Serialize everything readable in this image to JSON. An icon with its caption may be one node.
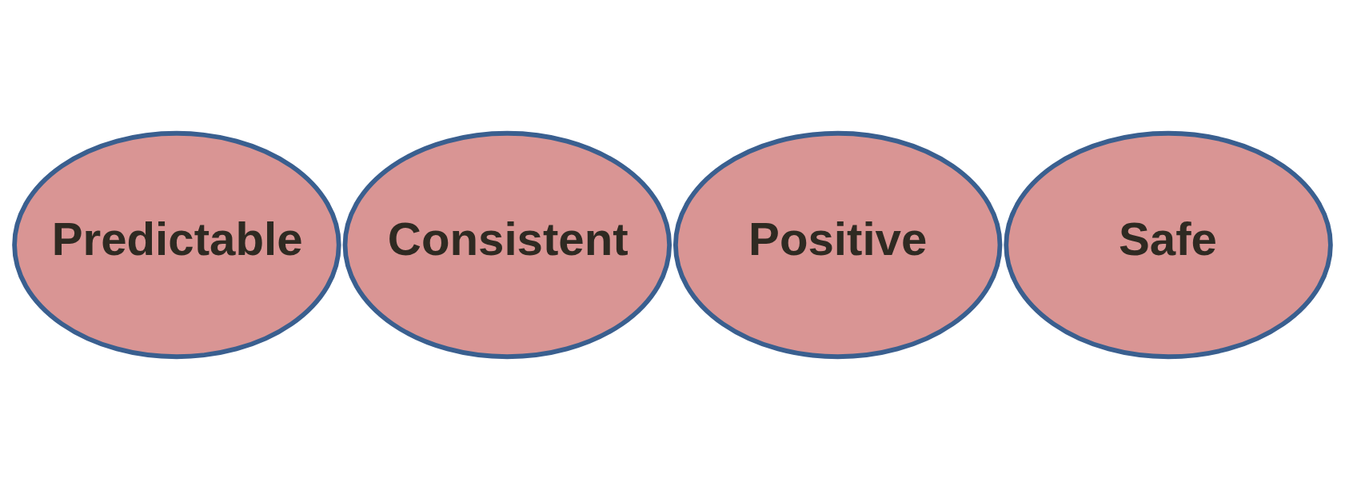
{
  "diagram": {
    "nodes": [
      {
        "text": [
          "Predictable"
        ]
      },
      {
        "text": [
          "Consistent"
        ]
      },
      {
        "text": [
          "Positive"
        ]
      },
      {
        "text": [
          "Safe"
        ]
      }
    ]
  }
}
